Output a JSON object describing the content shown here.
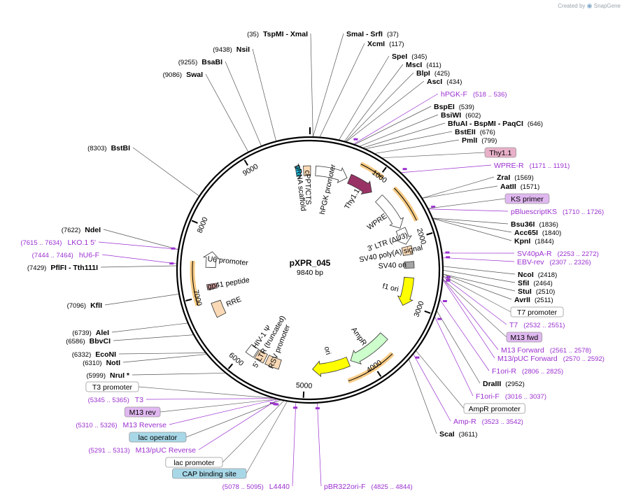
{
  "header": {
    "credit_prefix": "Created by",
    "credit_brand": "SnapGene"
  },
  "plasmid": {
    "name": "pXPR_045",
    "length_label": "9840 bp",
    "length": 9840
  },
  "ticks": [
    {
      "pos": 1000,
      "label": "1000"
    },
    {
      "pos": 2000,
      "label": "2000"
    },
    {
      "pos": 3000,
      "label": "3000"
    },
    {
      "pos": 4000,
      "label": "4000"
    },
    {
      "pos": 5000,
      "label": "5000"
    },
    {
      "pos": 6000,
      "label": "6000"
    },
    {
      "pos": 7000,
      "label": "7000"
    },
    {
      "pos": 8000,
      "label": "8000"
    },
    {
      "pos": 9000,
      "label": "9000"
    }
  ],
  "enzymes": [
    {
      "name": "TspMI  - XmaI",
      "pos_label": "(35)",
      "pos": 35
    },
    {
      "name": "SmaI  - SrfI",
      "pos_label": "(37)",
      "pos": 37
    },
    {
      "name": "XcmI",
      "pos_label": "(117)",
      "pos": 117
    },
    {
      "name": "SpeI",
      "pos_label": "(345)",
      "pos": 345
    },
    {
      "name": "MscI",
      "pos_label": "(411)",
      "pos": 411
    },
    {
      "name": "BlpI",
      "pos_label": "(425)",
      "pos": 425
    },
    {
      "name": "AscI",
      "pos_label": "(434)",
      "pos": 434
    },
    {
      "name": "BspEI",
      "pos_label": "(539)",
      "pos": 539
    },
    {
      "name": "BsiWI",
      "pos_label": "(602)",
      "pos": 602
    },
    {
      "name": "BfuAI  - BspMI  - PaqCI",
      "pos_label": "(646)",
      "pos": 646
    },
    {
      "name": "BstEII",
      "pos_label": "(676)",
      "pos": 676
    },
    {
      "name": "PmlI",
      "pos_label": "(799)",
      "pos": 799
    },
    {
      "name": "ZraI",
      "pos_label": "(1569)",
      "pos": 1569
    },
    {
      "name": "AatII",
      "pos_label": "(1571)",
      "pos": 1571
    },
    {
      "name": "Bsu36I",
      "pos_label": "(1836)",
      "pos": 1836
    },
    {
      "name": "Acc65I",
      "pos_label": "(1840)",
      "pos": 1840
    },
    {
      "name": "KpnI",
      "pos_label": "(1844)",
      "pos": 1844
    },
    {
      "name": "NcoI",
      "pos_label": "(2418)",
      "pos": 2418
    },
    {
      "name": "SfiI",
      "pos_label": "(2464)",
      "pos": 2464
    },
    {
      "name": "StuI",
      "pos_label": "(2510)",
      "pos": 2510
    },
    {
      "name": "AvrII",
      "pos_label": "(2511)",
      "pos": 2511
    },
    {
      "name": "DraIII",
      "pos_label": "(2952)",
      "pos": 2952
    },
    {
      "name": "ScaI",
      "pos_label": "(3611)",
      "pos": 3611
    },
    {
      "name": "NsiI",
      "pos_label": "(9438)",
      "pos": 9438
    },
    {
      "name": "BsaBI",
      "pos_label": "(9255)",
      "pos": 9255
    },
    {
      "name": "SwaI",
      "pos_label": "(9086)",
      "pos": 9086
    },
    {
      "name": "BstBI",
      "pos_label": "(8303)",
      "pos": 8303
    },
    {
      "name": "NdeI",
      "pos_label": "(7622)",
      "pos": 7622
    },
    {
      "name": "PflFI  - Tth111I",
      "pos_label": "(7429)",
      "pos": 7429
    },
    {
      "name": "KflI",
      "pos_label": "(7096)",
      "pos": 7096
    },
    {
      "name": "AleI",
      "pos_label": "(6739)",
      "pos": 6739
    },
    {
      "name": "BbvCI",
      "pos_label": "(6586)",
      "pos": 6586
    },
    {
      "name": "EcoNI",
      "pos_label": "(6332)",
      "pos": 6332
    },
    {
      "name": "NotI",
      "pos_label": "(6310)",
      "pos": 6310
    },
    {
      "name": "NruI *",
      "pos_label": "(5999)",
      "pos": 5999
    }
  ],
  "primers": [
    {
      "name": "hPGK-F",
      "pos_label": "(518 .. 536)",
      "pos": 527
    },
    {
      "name": "WPRE-R",
      "pos_label": "(1171 .. 1191)",
      "pos": 1181
    },
    {
      "name": "pBluescriptKS",
      "pos_label": "(1710 .. 1726)",
      "pos": 1718
    },
    {
      "name": "SV40pA-R",
      "pos_label": "(2253 .. 2272)",
      "pos": 2262
    },
    {
      "name": "EBV-rev",
      "pos_label": "(2307 .. 2326)",
      "pos": 2316
    },
    {
      "name": "T7",
      "pos_label": "(2532 .. 2551)",
      "pos": 2541
    },
    {
      "name": "M13 Forward",
      "pos_label": "(2561 .. 2578)",
      "pos": 2569
    },
    {
      "name": "M13/pUC Forward",
      "pos_label": "(2570 .. 2592)",
      "pos": 2581
    },
    {
      "name": "F1ori-R",
      "pos_label": "(2806 .. 2825)",
      "pos": 2815
    },
    {
      "name": "F1ori-F",
      "pos_label": "(3016 .. 3037)",
      "pos": 3026
    },
    {
      "name": "Amp-R",
      "pos_label": "(3523 .. 3542)",
      "pos": 3532
    },
    {
      "name": "pBR322ori-F",
      "pos_label": "(4825 .. 4844)",
      "pos": 4834
    },
    {
      "name": "L4440",
      "pos_label": "(5078 .. 5095)",
      "pos": 5086
    },
    {
      "name": "M13/pUC Reverse",
      "pos_label": "(5291 .. 5313)",
      "pos": 5302
    },
    {
      "name": "M13 Reverse",
      "pos_label": "(5310 .. 5326)",
      "pos": 5318
    },
    {
      "name": "T3",
      "pos_label": "(5345 .. 5365)",
      "pos": 5355
    },
    {
      "name": "hU6-F",
      "pos_label": "(7444 .. 7464)",
      "pos": 7454
    },
    {
      "name": "LKO.1 5'",
      "pos_label": "(7615 .. 7634)",
      "pos": 7624
    }
  ],
  "boxed_features": [
    {
      "name": "Thy1.1",
      "style": "pink",
      "pos": 900
    },
    {
      "name": "KS primer",
      "style": "purple",
      "pos": 1710
    },
    {
      "name": "T7 promoter",
      "style": "white",
      "pos": 2530
    },
    {
      "name": "M13 fwd",
      "style": "purple",
      "pos": 2570
    },
    {
      "name": "AmpR promoter",
      "style": "white",
      "pos": 3480
    },
    {
      "name": "T3 promoter",
      "style": "white",
      "pos": 5370
    },
    {
      "name": "M13 rev",
      "style": "purple",
      "pos": 5320
    },
    {
      "name": "lac operator",
      "style": "teal",
      "pos": 5270
    },
    {
      "name": "lac promoter",
      "style": "white",
      "pos": 5230
    },
    {
      "name": "CAP binding site",
      "style": "teal",
      "pos": 5190
    }
  ],
  "inner_features": [
    {
      "name": "hPGK promoter",
      "color": "#ffffff",
      "start": 90,
      "end": 600,
      "type": "arrow"
    },
    {
      "name": "WPRE",
      "color": "#ffffff",
      "start": 1200,
      "end": 1780,
      "type": "arrow"
    },
    {
      "name": "3' LTR (ΔU3)",
      "color": "#ffffff",
      "start": 1800,
      "end": 2050,
      "type": "arrow"
    },
    {
      "name": "SV40 poly(A) signal",
      "color": "#f9d9b6",
      "start": 2090,
      "end": 2220,
      "type": "box"
    },
    {
      "name": "SV40 ori",
      "color": "#a5a5a5",
      "start": 2330,
      "end": 2430,
      "type": "box"
    },
    {
      "name": "f1 ori",
      "color": "#ffff00",
      "start": 2580,
      "end": 3030,
      "type": "arrow"
    },
    {
      "name": "AmpR",
      "color": "#ccffcc",
      "start": 3600,
      "end": 4260,
      "type": "arrow"
    },
    {
      "name": "ori",
      "color": "#ffff00",
      "start": 4300,
      "end": 4880,
      "type": "arrow"
    },
    {
      "name": "RSV promoter",
      "color": "#f9d9b6",
      "start": 5400,
      "end": 5620,
      "type": "box"
    },
    {
      "name": "5' LTR (truncated)",
      "color": "#f9d9b6",
      "start": 5650,
      "end": 5800,
      "type": "box"
    },
    {
      "name": "HIV-1 Ψ",
      "color": "#ffffff",
      "start": 5820,
      "end": 5960,
      "type": "box"
    },
    {
      "name": "RRE",
      "color": "#f9d9b6",
      "start": 6640,
      "end": 6870,
      "type": "box"
    },
    {
      "name": "gp41 peptide",
      "color": "#cc9999",
      "start": 7080,
      "end": 7160,
      "type": "box"
    },
    {
      "name": "U6 promoter",
      "color": "#ffffff",
      "start": 7420,
      "end": 7670,
      "type": "arrow"
    },
    {
      "name": "cPPT/CTS",
      "color": "#f9d9b6",
      "start": 9740,
      "end": 9850,
      "type": "box"
    },
    {
      "name": "gRNA scaffold",
      "color": "#22bbdd",
      "start": 9620,
      "end": 9700,
      "type": "arrow"
    },
    {
      "name": "Thy1.1",
      "color": "#993366",
      "start": 640,
      "end": 1050,
      "type": "arrow"
    }
  ],
  "colors": {
    "primer": "#9b30d0",
    "highlight": "#f0a020",
    "teal_box": "#a8d8e8",
    "pink_box": "#e8b0c8",
    "purple_box": "#e0b8f0"
  }
}
